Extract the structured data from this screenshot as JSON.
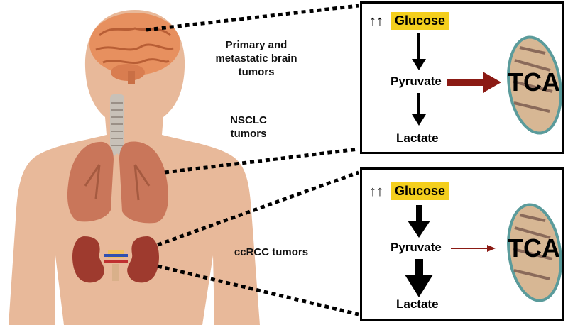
{
  "labels": {
    "brain": "Primary and\nmetastatic brain\ntumors",
    "lung": "NSCLC\ntumors",
    "kidney": "ccRCC tumors"
  },
  "panels": [
    {
      "up_arrows": "↑↑",
      "glucose": "Glucose",
      "pyruvate": "Pyruvate",
      "lactate": "Lactate",
      "tca": "TCA",
      "flux_to_tca": "high",
      "flux_to_lactate": "low"
    },
    {
      "up_arrows": "↑↑",
      "glucose": "Glucose",
      "pyruvate": "Pyruvate",
      "lactate": "Lactate",
      "tca": "TCA",
      "flux_to_tca": "low",
      "flux_to_lactate": "high"
    }
  ],
  "colors": {
    "skin": "#e8b99a",
    "glucose_highlight": "#f4cf1d",
    "tca_arrow": "#8b1a14",
    "brain": "#e7905f",
    "lung": "#c9765a",
    "kidney": "#9e3a2e",
    "mito_fill": "#d7b794",
    "mito_outline": "#5a9b9b"
  }
}
